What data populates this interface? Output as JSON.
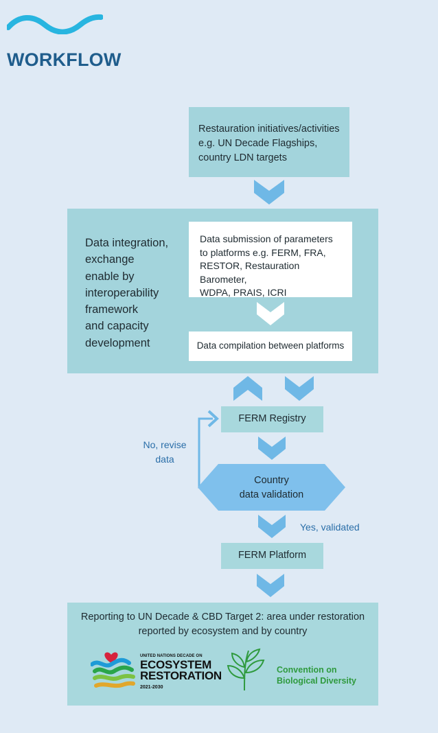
{
  "page": {
    "title": "WORKFLOW"
  },
  "colors": {
    "accent_blue": "#1f5d8c",
    "teal_box": "#a3d4dc",
    "arrow_blue": "#6fb8e6",
    "hexagon_blue": "#7fc0ec",
    "label_blue": "#2a6ea8",
    "cbd_green": "#2f9a3e"
  },
  "icons": {
    "wave": "wave-icon",
    "arrow_down": "chevron-down-icon",
    "arrow_up": "chevron-up-icon",
    "un_decade_logo": "un-decade-ecosystem-restoration-logo",
    "cbd_logo": "cbd-plant-logo"
  },
  "nodes": {
    "initiatives": {
      "lines": [
        "Restauration initiatives/activities",
        "e.g. UN Decade Flagships,",
        "country LDN targets"
      ]
    },
    "integration": {
      "lines": [
        "Data integration,",
        "exchange",
        "enable by",
        "interoperability",
        "framework",
        "and capacity",
        "development"
      ]
    },
    "submission": {
      "lines": [
        "Data submission of parameters",
        "to platforms e.g. FERM, FRA,",
        "RESTOR, Restauration Barometer,",
        "WDPA, PRAIS, ICRI"
      ]
    },
    "compilation": {
      "label": "Data compilation between platforms"
    },
    "registry": {
      "label": "FERM Registry"
    },
    "validation": {
      "lines": [
        "Country",
        "data validation"
      ]
    },
    "platform": {
      "label": "FERM Platform"
    },
    "reporting": {
      "lines": [
        "Reporting to UN Decade & CBD Target 2: area under restoration",
        "reported by ecosystem and by country"
      ]
    }
  },
  "edge_labels": {
    "revise": [
      "No, revise",
      "data"
    ],
    "validated": "Yes, validated"
  },
  "logos": {
    "un_decade": {
      "small_text": "UNITED NATIONS DECADE ON",
      "line1": "ECOSYSTEM",
      "line2": "RESTORATION",
      "years": "2021-2030"
    },
    "cbd": {
      "lines": [
        "Convention on",
        "Biological Diversity"
      ]
    }
  }
}
